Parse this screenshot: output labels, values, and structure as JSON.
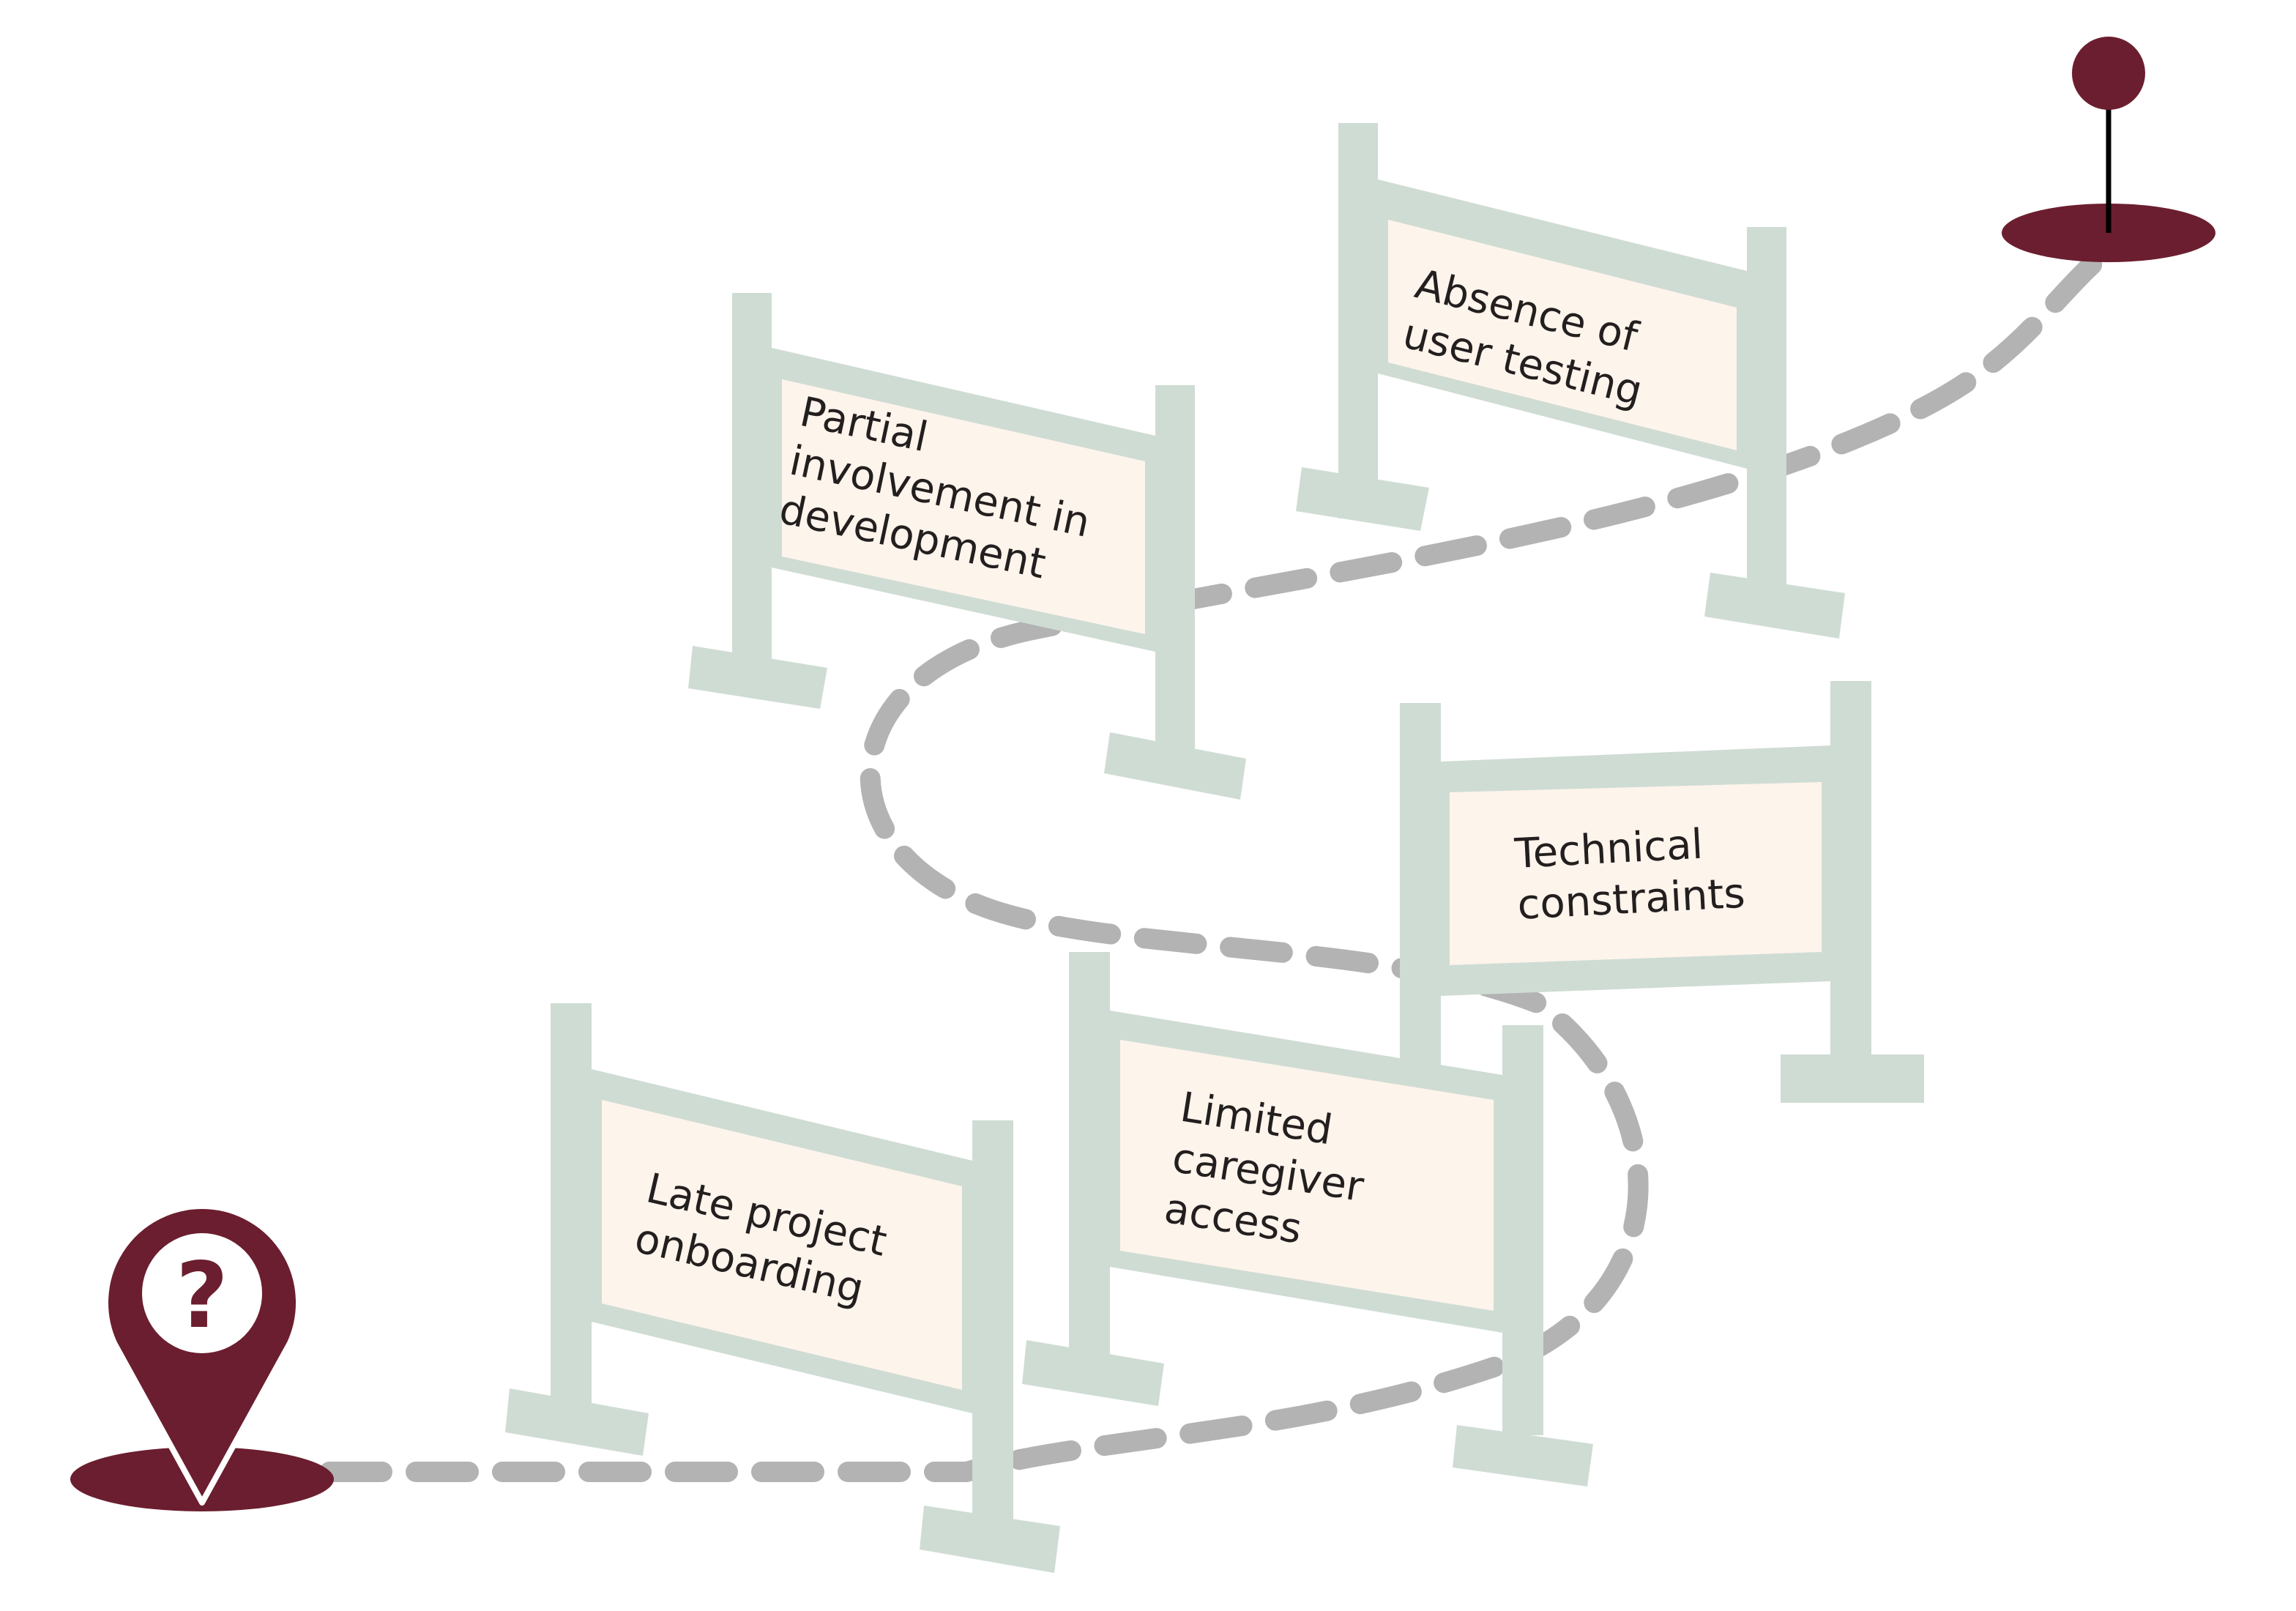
{
  "colors": {
    "barrier": "#cfdcd4",
    "panel": "#fdf4ec",
    "marker": "#6b1e2f",
    "path": "#b3b3b3",
    "text": "#231f1f"
  },
  "start_marker": {
    "icon": "map-pin-question-icon",
    "glyph": "?"
  },
  "end_marker": {
    "icon": "flag-pin-icon"
  },
  "barriers": [
    {
      "id": "late-project-onboarding",
      "lines": [
        "Late project",
        "onboarding"
      ]
    },
    {
      "id": "limited-caregiver-access",
      "lines": [
        "Limited",
        "caregiver",
        "access"
      ]
    },
    {
      "id": "technical-constraints",
      "lines": [
        "Technical",
        "constraints"
      ]
    },
    {
      "id": "partial-involvement",
      "lines": [
        "Partial",
        "involvement in",
        "development"
      ]
    },
    {
      "id": "absence-of-user-testing",
      "lines": [
        "Absence of",
        "user testing"
      ]
    }
  ]
}
